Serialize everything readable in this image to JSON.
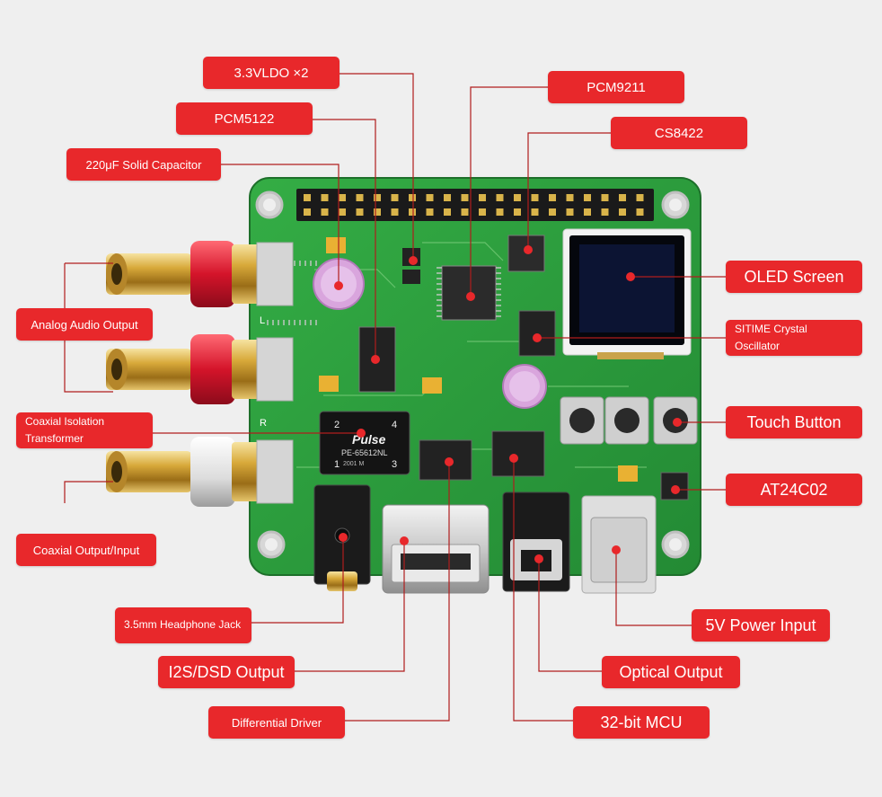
{
  "labels": {
    "ldo": "3.3VLDO ×2",
    "pcm9211": "PCM9211",
    "pcm5122": "PCM5122",
    "cs8422": "CS8422",
    "capacitor": "220μF Solid Capacitor",
    "analog_output": "Analog Audio Output",
    "coax_transformer": "Coaxial Isolation Transformer",
    "coax_output": "Coaxial Output/Input",
    "headphone": "3.5mm Headphone Jack",
    "i2s": "I2S/DSD Output",
    "diff_driver": "Differential Driver",
    "oled": "OLED Screen",
    "sitime": "SITIME Crystal Oscillator",
    "touch": "Touch Button",
    "at24": "AT24C02",
    "power": "5V Power Input",
    "optical": "Optical Output",
    "mcu": "32-bit MCU"
  },
  "board": {
    "transformer_brand": "Pulse",
    "transformer_part": "PE-65612NL",
    "transformer_pins": [
      "2",
      "4",
      "1",
      "3"
    ],
    "transformer_date": "2001 M",
    "channel_l": "L",
    "channel_r": "R"
  },
  "colors": {
    "label_bg": "#e8282b",
    "label_text": "#ffffff",
    "pcb": "#2fa23f",
    "leader": "#b01d1d",
    "background": "#efefef"
  }
}
